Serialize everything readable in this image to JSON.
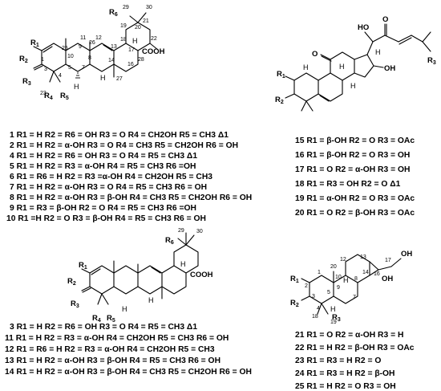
{
  "scaffold_1": {
    "atoms": {
      "r1": "R",
      "r1_sub": "1",
      "r2": "R",
      "r2_sub": "2",
      "r3": "R",
      "r3_sub": "3",
      "r4": "R",
      "r4_sub": "4",
      "r5": "R",
      "r5_sub": "5",
      "r6": "R",
      "r6_sub": "6",
      "h_a": "H",
      "h_b": "H",
      "h_c": "H",
      "cooh": "COOH"
    },
    "numbers": [
      "1",
      "2",
      "3",
      "4",
      "5",
      "7",
      "8",
      "9",
      "10",
      "11",
      "12",
      "13",
      "14",
      "16",
      "17",
      "18",
      "19",
      "20",
      "21",
      "22",
      "23",
      "25",
      "26",
      "27",
      "28",
      "29",
      "30"
    ]
  },
  "scaffold_2": {
    "atoms": {
      "r1": "R",
      "r1_sub": "1",
      "r2": "R",
      "r2_sub": "2",
      "r3": "R",
      "r3_sub": "3",
      "o_ketone": "O",
      "o_side": "O",
      "ho_side": "HO",
      "oh_ring": "OH",
      "h_a": "H",
      "h_b": "H",
      "h_c": "H",
      "h_d": "H",
      "h_e": "H"
    }
  },
  "scaffold_3": {
    "atoms": {
      "r1": "R",
      "r1_sub": "1",
      "r2": "R",
      "r2_sub": "2",
      "r3": "R",
      "r3_sub": "3",
      "r4": "R",
      "r4_sub": "4",
      "r5": "R",
      "r5_sub": "5",
      "r6": "R",
      "r6_sub": "6",
      "h_a": "H",
      "h_b": "H",
      "h_c": "H",
      "cooh": "COOH"
    },
    "numbers": [
      "29",
      "30"
    ]
  },
  "scaffold_4": {
    "atoms": {
      "r1": "R",
      "r1_sub": "1",
      "r2": "R",
      "r2_sub": "2",
      "r3": "R",
      "r3_sub": "3",
      "oh_a": "OH",
      "oh_b": "OH",
      "h_a": "H",
      "h_b": "H"
    },
    "numbers": [
      "1",
      "2",
      "3",
      "4",
      "5",
      "7",
      "8",
      "9",
      "10",
      "12",
      "13",
      "14",
      "16",
      "17",
      "18",
      "19",
      "20"
    ]
  },
  "legend_1": [
    {
      "n": "1",
      "text": "R1 = H R2 = R6 = OH R3 = O R4 = CH2OH R5 = CH3 Δ1"
    },
    {
      "n": "2",
      "text": "R1 = H R2 = α-OH R3 = O R4 = CH3 R5 = CH2OH R6 = OH"
    },
    {
      "n": "4",
      "text": "R1 = H R2 = R6 = OH R3 = O R4 = R5 = CH3 Δ1"
    },
    {
      "n": "5",
      "text": "R1 = H R2 = R3 = α-OH R4 = R5 = CH3 R6 =OH"
    },
    {
      "n": "6",
      "text": "R1 = R6 = H R2 = R3 =α-OH R4 = CH2OH R5 = CH3"
    },
    {
      "n": "7",
      "text": "R1 = H R2 = α-OH R3 = O R4 = R5 = CH3 R6 = OH"
    },
    {
      "n": "8",
      "text": "R1 = H R2 = α-OH R3 = β-OH R4 = CH3 R5 = CH2OH R6 = OH"
    },
    {
      "n": "9",
      "text": "R1 = R3 = β-OH R2 = O   R4 = R5 = CH3 R6 =OH"
    },
    {
      "n": "10",
      "text": "R1 =H R2 = O R3 = β-OH R4 = R5 = CH3 R6 = OH"
    }
  ],
  "legend_2": [
    {
      "n": "15",
      "text": "R1 = β-OH R2 = O R3 = OAc"
    },
    {
      "n": "16",
      "text": "R1 = β-OH R2 = O R3 = OH"
    },
    {
      "n": "17",
      "text": "R1 = O R2 = α-OH R3 = OH"
    },
    {
      "n": "18",
      "text": "R1 = R3 = OH R2 = O Δ1"
    },
    {
      "n": "19",
      "text": "R1 = α-OH R2 = O R3 = OAc"
    },
    {
      "n": "20",
      "text": "R1 = O R2 = β-OH R3 = OAc"
    }
  ],
  "legend_3": [
    {
      "n": "3",
      "text": "R1 = H R2 = R6 = OH R3 = O R4 = R5 = CH3   Δ1"
    },
    {
      "n": "11",
      "text": "R1 = H R2 = R3 = α-OH R4 = CH2OH R5 = CH3 R6 = OH"
    },
    {
      "n": "12",
      "text": "R1 = R6 = H R2 = R3 = α-OH R4 = CH2OH R5 = CH3"
    },
    {
      "n": "13",
      "text": "R1 = H R2 = α-OH R3 = β-OH R4 = R5 = CH3 R6 = OH"
    },
    {
      "n": "14",
      "text": "R1 = H R2 = α-OH R3 = β-OH R4 = CH3 R5 = CH2OH R6 = OH"
    }
  ],
  "legend_4": [
    {
      "n": "21",
      "text": "R1 = O R2 = α-OH R3 = H"
    },
    {
      "n": "22",
      "text": "R1 = H R2 = β-OH R3 = OAc"
    },
    {
      "n": "23",
      "text": "R1 = R3 = H R2 = O"
    },
    {
      "n": "24",
      "text": "R1 = R3 = H R2 = β-OH"
    },
    {
      "n": "25",
      "text": "R1 = H R2 = O R3 = OH"
    }
  ]
}
